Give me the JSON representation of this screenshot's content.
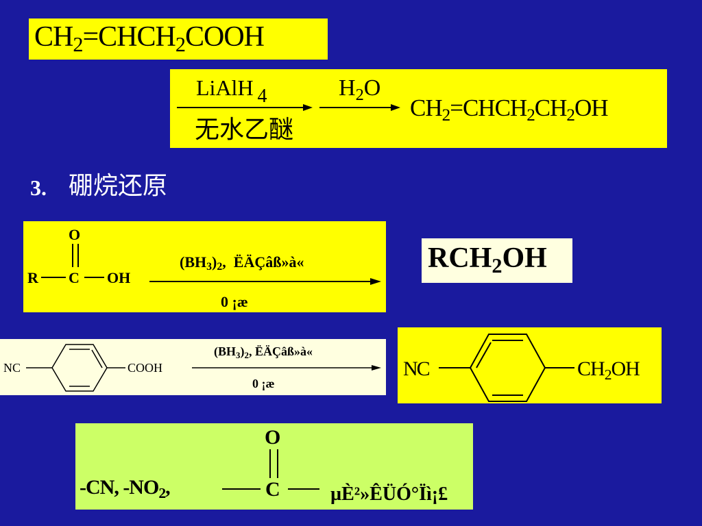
{
  "slide": {
    "colors": {
      "background": "#1a1a9e",
      "highlight": "#ffff00",
      "cream": "#ffffe0",
      "green": "#ccff66"
    }
  },
  "reaction1": {
    "reactant": {
      "p1": "CH",
      "s1": "2",
      "p2": "=CHCH",
      "s2": "2",
      "p3": "COOH"
    },
    "reagent1": {
      "text": "LiAlH",
      "sub": "4"
    },
    "solvent": "无水乙醚",
    "reagent2": {
      "p1": "H",
      "s1": "2",
      "p2": "O"
    },
    "product": {
      "p1": "CH",
      "s1": "2",
      "p2": "=CHCH",
      "s2": "2",
      "p3": "CH",
      "s3": "2",
      "p4": "OH"
    }
  },
  "section": {
    "number": "3.",
    "title": "硼烷还原"
  },
  "reaction2": {
    "o_atom": "O",
    "r_group": "R",
    "c_atom": "C",
    "oh_group": "OH",
    "reagent": {
      "p1": "(BH",
      "s1": "3",
      "p2": ")",
      "s2": "2",
      "p3": ",",
      "solvent": "ËÄÇâß»à«"
    },
    "condition": {
      "temp": "0",
      "unit": "¡æ"
    },
    "product": {
      "p1": "RCH",
      "s1": "2",
      "p2": "OH"
    }
  },
  "reaction3": {
    "left_group": "NC",
    "right_group": "COOH",
    "reagent": {
      "p1": "(BH",
      "s1": "3",
      "p2": ")",
      "s2": "2",
      "p3": ",",
      "solvent": "ËÄÇâß»à«"
    },
    "condition": {
      "temp": "0",
      "unit": "¡æ"
    },
    "product": {
      "left_group": "NC",
      "right_p1": "CH",
      "right_s1": "2",
      "right_p2": "OH"
    }
  },
  "note": {
    "groups_p1": "-CN, -NO",
    "groups_s1": "2",
    "groups_p2": ",",
    "o_atom": "O",
    "c_atom": "C",
    "text": "µÈ²»ÊÜÓ°Ïì¡£"
  }
}
